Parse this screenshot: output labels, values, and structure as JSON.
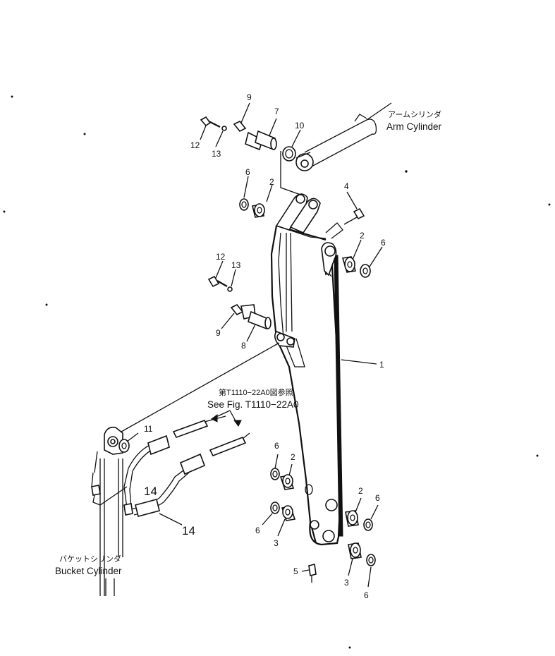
{
  "callouts": {
    "c1": "1",
    "c2a": "2",
    "c2b": "2",
    "c2c": "2",
    "c2d": "2",
    "c3a": "3",
    "c3b": "3",
    "c4": "4",
    "c5": "5",
    "c6a": "6",
    "c6b": "6",
    "c6c": "6",
    "c6d": "6",
    "c6e": "6",
    "c6f": "6",
    "c7": "7",
    "c8": "8",
    "c9a": "9",
    "c9b": "9",
    "c10": "10",
    "c11": "11",
    "c12a": "12",
    "c12b": "12",
    "c13a": "13",
    "c13b": "13",
    "c14a": "14",
    "c14b": "14"
  },
  "labels": {
    "arm_cylinder_jp": "アームシリンダ",
    "arm_cylinder_en": "Arm Cylinder",
    "bucket_cylinder_jp": "バケットシリンダ",
    "bucket_cylinder_en": "Bucket Cylinder",
    "see_fig_jp": "第T1110−22A0図参照",
    "see_fig_en": "See Fig. T1110−22A0"
  }
}
